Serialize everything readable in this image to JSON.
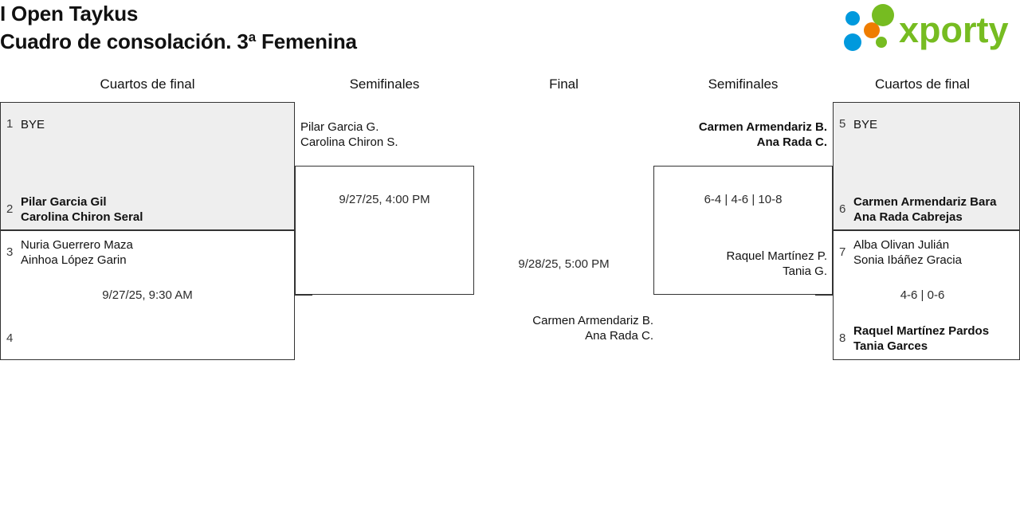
{
  "header": {
    "tournament_name": "I Open Taykus",
    "bracket_name": "Cuadro de consolación. 3ª Femenina",
    "logo_text": "xporty",
    "logo_colors": {
      "green": "#76bc21",
      "blue": "#0099dd",
      "orange": "#ef7d00"
    }
  },
  "columns": [
    {
      "label": "Cuartos de final"
    },
    {
      "label": "Semifinales"
    },
    {
      "label": "Final"
    },
    {
      "label": "Semifinales"
    },
    {
      "label": "Cuartos de final"
    }
  ],
  "left_quarterfinals": [
    {
      "top": {
        "seed": "1",
        "line1": "BYE",
        "line2": "",
        "winner": false
      },
      "bottom": {
        "seed": "2",
        "line1": "Pilar Garcia Gil",
        "line2": "Carolina Chiron Seral",
        "winner": true
      },
      "meta": "",
      "shaded": true
    },
    {
      "top": {
        "seed": "3",
        "line1": "Nuria Guerrero Maza",
        "line2": "Ainhoa López Garin",
        "winner": false
      },
      "bottom": {
        "seed": "4",
        "line1": "",
        "line2": "",
        "winner": false
      },
      "meta": "9/27/25, 9:30 AM",
      "shaded": false
    }
  ],
  "left_semifinal": {
    "top": {
      "line1": "Pilar Garcia G.",
      "line2": "Carolina Chiron S.",
      "winner": false
    },
    "bottom": {
      "line1": "",
      "line2": "",
      "winner": false
    },
    "meta": "9/27/25, 4:00 PM"
  },
  "final": {
    "top": {
      "line1": "",
      "line2": "",
      "winner": false
    },
    "bottom": {
      "line1": "Carmen Armendariz B.",
      "line2": "Ana Rada C.",
      "winner": false
    },
    "meta": "9/28/25, 5:00 PM"
  },
  "right_semifinal": {
    "top": {
      "line1": "Carmen Armendariz B.",
      "line2": "Ana Rada C.",
      "winner": true
    },
    "bottom": {
      "line1": "Raquel Martínez P.",
      "line2": "Tania G.",
      "winner": false
    },
    "meta": "6-4 | 4-6 | 10-8"
  },
  "right_quarterfinals": [
    {
      "top": {
        "seed": "5",
        "line1": "BYE",
        "line2": "",
        "winner": false
      },
      "bottom": {
        "seed": "6",
        "line1": "Carmen Armendariz Bara",
        "line2": "Ana Rada Cabrejas",
        "winner": true
      },
      "meta": "",
      "shaded": true
    },
    {
      "top": {
        "seed": "7",
        "line1": "Alba Olivan Julián",
        "line2": "Sonia Ibáñez Gracia",
        "winner": false
      },
      "bottom": {
        "seed": "8",
        "line1": "Raquel Martínez Pardos",
        "line2": "Tania Garces",
        "winner": true
      },
      "meta": "4-6 | 0-6",
      "shaded": false
    }
  ]
}
